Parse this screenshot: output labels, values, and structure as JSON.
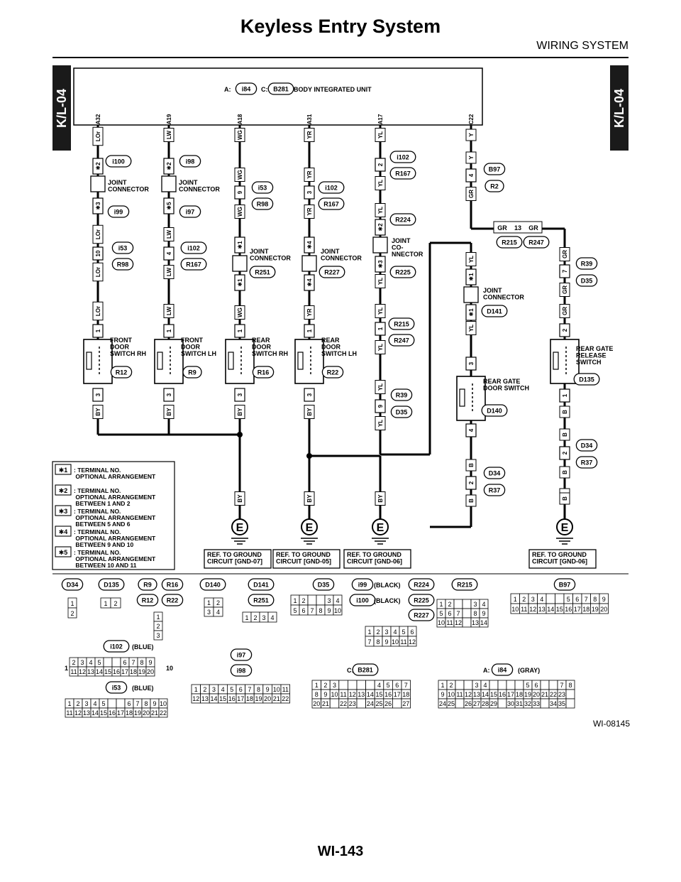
{
  "header": {
    "title": "Keyless Entry System",
    "subtitle": "WIRING SYSTEM"
  },
  "side_tabs": {
    "left": "K/L-04",
    "right": "K/L-04"
  },
  "unit": {
    "prefix_a": "A:",
    "conn_a": "i84",
    "prefix_c": "C:",
    "conn_c": "B281",
    "name": "BODY INTEGRATED UNIT"
  },
  "terminals": [
    {
      "pin": "A32",
      "wire": "LOr"
    },
    {
      "pin": "A19",
      "wire": "LW"
    },
    {
      "pin": "A18",
      "wire": "WG"
    },
    {
      "pin": "A31",
      "wire": "YR"
    },
    {
      "pin": "A17",
      "wire": "YL"
    },
    {
      "pin": "C22",
      "wire": "Y"
    }
  ],
  "joints": [
    {
      "conn_top": "i100",
      "conn_bot": "i99",
      "label": "JOINT\nCONNECTOR",
      "star_top": "2",
      "star_bot": "3"
    },
    {
      "conn_top": "i98",
      "conn_bot": "i97",
      "label": "JOINT\nCONNECTOR",
      "star_top": "2",
      "star_bot": "5"
    }
  ],
  "inline_conns": [
    {
      "pin": "10",
      "top": "i53",
      "bot": "R98"
    },
    {
      "pin": "4",
      "top": "i102",
      "bot": "R167"
    },
    {
      "pin": "9",
      "top": "i53",
      "bot": "R98"
    },
    {
      "pin": "3",
      "top": "i102",
      "bot": "R167"
    },
    {
      "pin": "2",
      "top": "i102",
      "bot": "R167"
    },
    {
      "pin": "4",
      "top": "B97",
      "bot": "R2"
    },
    {
      "pin": "13",
      "top": "R215",
      "bot": "R247"
    },
    {
      "pin": "7",
      "top": "R39",
      "bot": "D35"
    },
    {
      "pin": "1",
      "top": "R215",
      "bot": "R247"
    },
    {
      "pin": "9",
      "top": "R39",
      "bot": "D35"
    },
    {
      "pin": "2",
      "top": "D34",
      "bot": "R37"
    }
  ],
  "joint_conns": [
    {
      "conn": "R251",
      "label": "JOINT\nCONNECTOR",
      "star": "1"
    },
    {
      "conn": "R227",
      "label": "JOINT\nCONNECTOR",
      "star": "4"
    },
    {
      "top": "R224",
      "bot": "R225",
      "label": "JOINT\nCO-\nNNECTOR",
      "star_top": "2",
      "star_bot": "3"
    },
    {
      "conn": "D141",
      "label": "JOINT\nCONNECTOR",
      "star": "1"
    }
  ],
  "switches": [
    {
      "name": "FRONT\nDOOR\nSWITCH RH",
      "conn": "R12",
      "pin_top": "1",
      "pin_bot": "3",
      "wire_top": "LOr",
      "wire_bot": "BY"
    },
    {
      "name": "FRONT\nDOOR\nSWITCH LH",
      "conn": "R9",
      "pin_top": "1",
      "pin_bot": "3",
      "wire_top": "LW",
      "wire_bot": "BY"
    },
    {
      "name": "REAR\nDOOR\nSWITCH RH",
      "conn": "R16",
      "pin_top": "1",
      "pin_bot": "3",
      "wire_top": "WG",
      "wire_bot": "BY"
    },
    {
      "name": "REAR\nDOOR\nSWITCH LH",
      "conn": "R22",
      "pin_top": "1",
      "pin_bot": "3",
      "wire_top": "YR",
      "wire_bot": "BY"
    },
    {
      "name": "REAR GATE\nDOOR SWITCH",
      "conn": "D140",
      "pin_top": "3",
      "pin_bot": "4",
      "wire_top": "YL",
      "wire_bot": "B"
    },
    {
      "name": "REAR GATE\nRELEASE\nSWITCH",
      "conn": "D135",
      "pin_top": "2",
      "pin_bot": "1",
      "wire_top": "GR",
      "wire_bot": "B"
    }
  ],
  "legend": [
    {
      "star": "1",
      "text": ": TERMINAL NO.\n  OPTIONAL ARRANGEMENT"
    },
    {
      "star": "2",
      "text": ": TERMINAL NO.\n  OPTIONAL ARRANGEMENT\n  BETWEEN 1 AND 2"
    },
    {
      "star": "3",
      "text": ": TERMINAL NO.\n  OPTIONAL ARRANGEMENT\n  BETWEEN 5 AND 6"
    },
    {
      "star": "4",
      "text": ": TERMINAL NO.\n  OPTIONAL ARRANGEMENT\n  BETWEEN 9 AND 10"
    },
    {
      "star": "5",
      "text": ": TERMINAL NO.\n  OPTIONAL ARRANGEMENT\n  BETWEEN 10 AND 11"
    }
  ],
  "grounds": [
    {
      "wire": "BY",
      "ref": "REF. TO GROUND\nCIRCUIT [GND-07]"
    },
    {
      "wire": "BY",
      "ref": "REF. TO GROUND\nCIRCUIT [GND-05]"
    },
    {
      "wire": "BY",
      "ref": "REF. TO GROUND\nCIRCUIT [GND-06]"
    },
    {
      "wire": "B",
      "ref": "REF. TO GROUND\nCIRCUIT [GND-06]"
    }
  ],
  "connector_views": {
    "row1": [
      "D34",
      "D135",
      "R9",
      "R16",
      "R12",
      "R22",
      "D140",
      "D141",
      "R251",
      "D35",
      "i99",
      "(BLACK)",
      "i100",
      "(BLACK)",
      "R224",
      "R225",
      "R227",
      "R215",
      "B97"
    ],
    "i102": {
      "name": "i102",
      "color": "(BLUE)"
    },
    "i53": {
      "name": "i53",
      "color": "(BLUE)"
    },
    "i97": "i97",
    "i98": "i98",
    "B281": {
      "prefix": "C:",
      "name": "B281"
    },
    "i84": {
      "prefix": "A:",
      "name": "i84",
      "color": "(GRAY)"
    }
  },
  "figure_code": "WI-08145",
  "page_code": "WI-143"
}
